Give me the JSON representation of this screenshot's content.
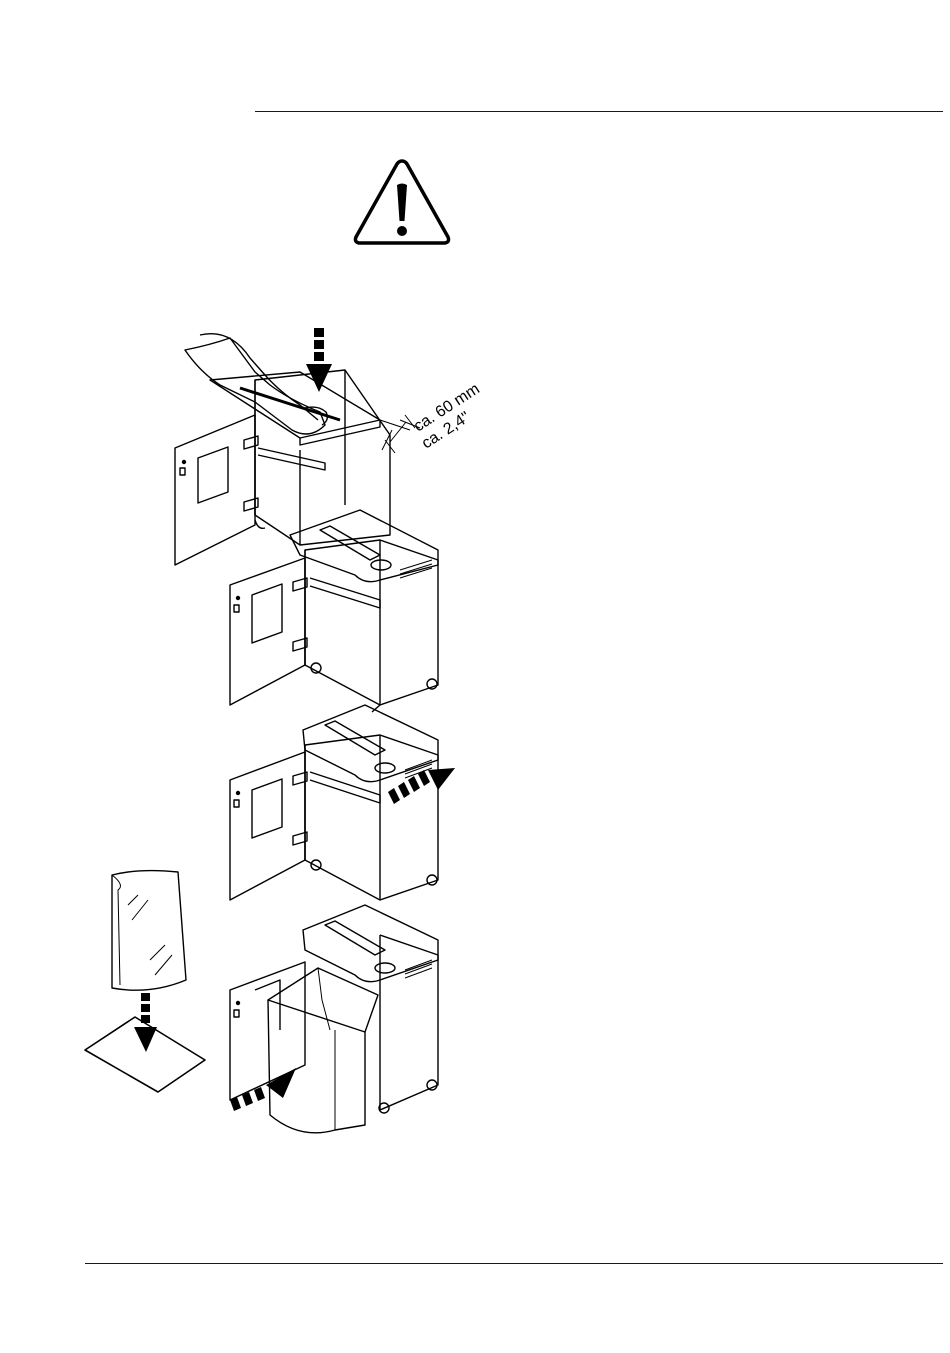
{
  "warning": {
    "icon": "warning-triangle-icon"
  },
  "dimension": {
    "metric": "ca. 60 mm",
    "imperial": "ca. 2,4\""
  },
  "steps": [
    {
      "name": "insert-shredder-head",
      "icon": "shredder-cabinet-open-icon"
    },
    {
      "name": "head-seated",
      "icon": "shredder-cabinet-icon"
    },
    {
      "name": "slide-head-back",
      "icon": "push-arrow-icon"
    },
    {
      "name": "insert-waste-bag",
      "icon": "waste-bag-icon"
    }
  ]
}
